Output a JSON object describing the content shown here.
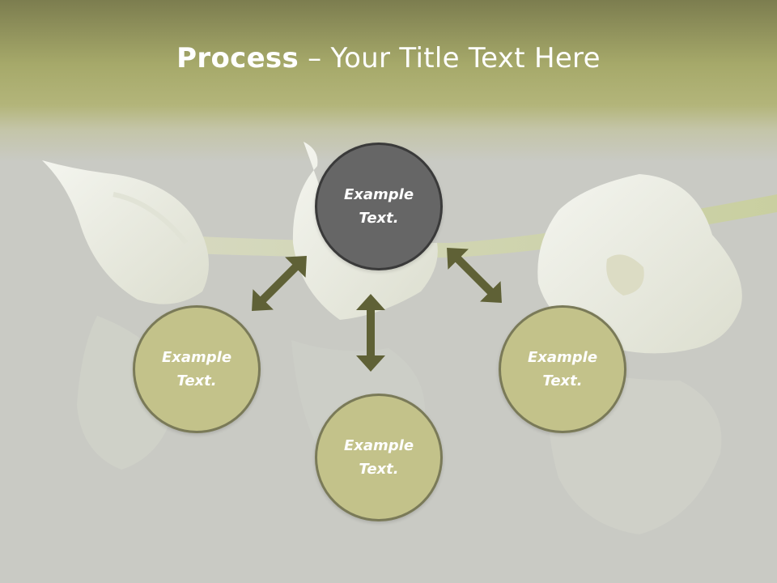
{
  "slide": {
    "title_bold": "Process",
    "title_rest": " – Your Title Text Here",
    "nodes": [
      {
        "label": "Example Text."
      },
      {
        "label": "Example Text."
      },
      {
        "label": "Example Text."
      },
      {
        "label": "Example Text."
      }
    ]
  },
  "colors": {
    "header": "#a6a96a",
    "background": "#c9cac4",
    "center_node": "#666666",
    "outer_node": "#c3c28a",
    "arrow": "#5f6136"
  }
}
